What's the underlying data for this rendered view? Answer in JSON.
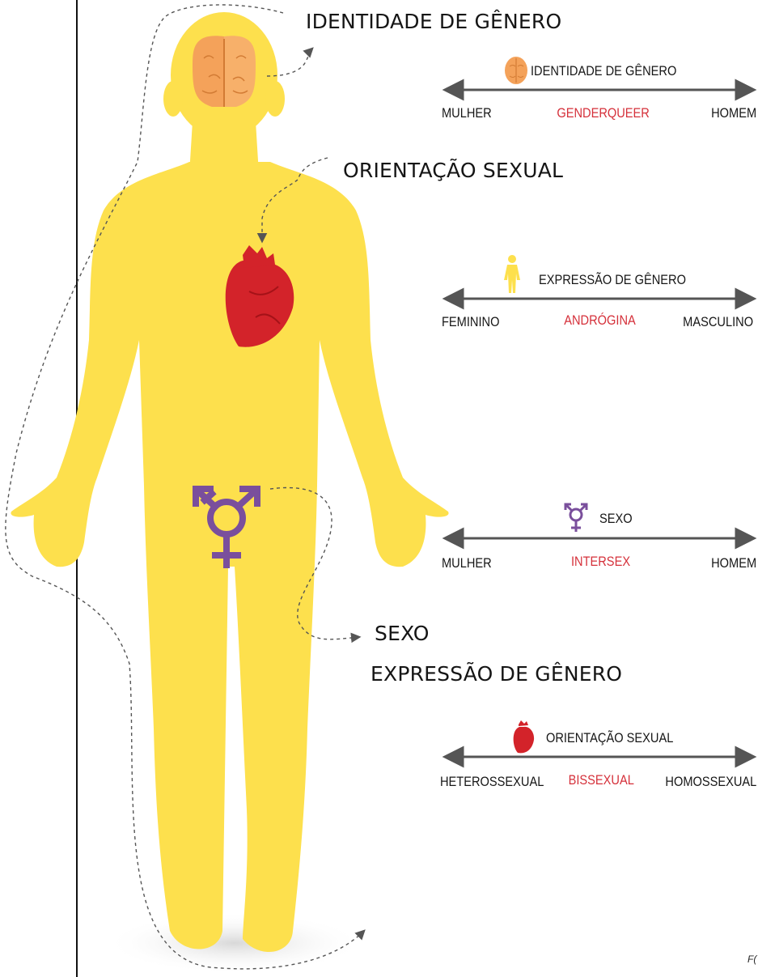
{
  "callouts": {
    "identidade": "IDENTIDADE DE GÊNERO",
    "orientacao": "ORIENTAÇÃO SEXUAL",
    "sexo": "SEXO",
    "expressao": "EXPRESSÃO DE GÊNERO"
  },
  "scales": [
    {
      "title": "IDENTIDADE DE GÊNERO",
      "icon": "brain-icon",
      "left": "MULHER",
      "middle": "GENDERQUEER",
      "right": "HOMEM"
    },
    {
      "title": "EXPRESSÃO DE GÊNERO",
      "icon": "person-icon",
      "left": "FEMININO",
      "middle": "ANDRÓGINA",
      "right": "MASCULINO"
    },
    {
      "title": "SEXO",
      "icon": "transgender-symbol-icon",
      "left": "MULHER",
      "middle": "INTERSEX",
      "right": "HOMEM"
    },
    {
      "title": "ORIENTAÇÃO SEXUAL",
      "icon": "heart-icon",
      "left": "HETEROSSEXUAL",
      "middle": "BISSEXUAL",
      "right": "HOMOSSEXUAL"
    }
  ],
  "footnote": "F(",
  "colors": {
    "body": "#FDE04D",
    "brain": "#F4A25A",
    "heart": "#D3232A",
    "symbol": "#7A4F9C",
    "accent_text": "#D5303A",
    "arrow": "#555555"
  }
}
